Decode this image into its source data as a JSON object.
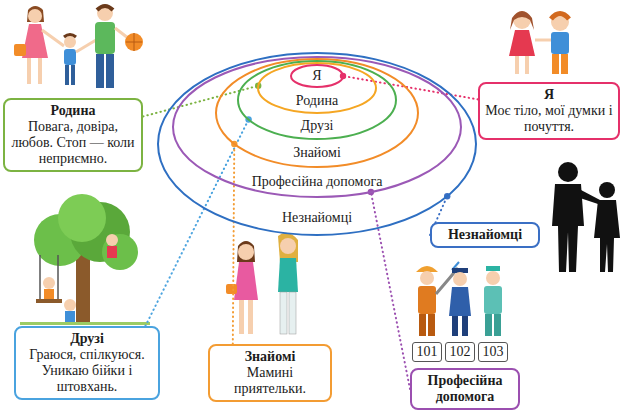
{
  "diagram": {
    "nodes": [
      {
        "text": [
          "Незнайомці"
        ]
      },
      {
        "text": [
          "Професійна допомога"
        ],
        "in": 0
      },
      {
        "text": [
          "Знайомі"
        ],
        "in": 1
      },
      {
        "text": [
          "Друзі"
        ],
        "in": 2
      },
      {
        "text": [
          "Родина"
        ],
        "in": 3
      },
      {
        "text": [
          "Я"
        ],
        "in": 4
      },
      {
        "text": [
          "Родина",
          "Повага, довіра, любов. Стоп — коли неприємно."
        ]
      },
      {
        "text": [
          "Я",
          "Моє тіло, мої думки і почуття."
        ]
      },
      {
        "text": [
          "Незнайомці"
        ]
      },
      {
        "text": [
          "Друзі",
          "Граюся, спілкуюся. Уникаю бійки і штовхань."
        ]
      },
      {
        "text": [
          "Знайомі",
          "Мамині приятельки."
        ]
      },
      {
        "text": [
          "101"
        ]
      },
      {
        "text": [
          "102"
        ]
      },
      {
        "text": [
          "103"
        ]
      },
      {
        "text": [
          "Професійна допомога"
        ]
      }
    ],
    "edges": [
      {
        "from": 6,
        "to": 4,
        "arrow": "none"
      },
      {
        "from": 7,
        "to": 5,
        "arrow": "none"
      },
      {
        "from": 8,
        "to": 0,
        "arrow": "none"
      },
      {
        "from": 9,
        "to": 3,
        "arrow": "none"
      },
      {
        "from": 10,
        "to": 2,
        "arrow": "none"
      },
      {
        "from": 14,
        "to": 1,
        "arrow": "none"
      }
    ]
  }
}
